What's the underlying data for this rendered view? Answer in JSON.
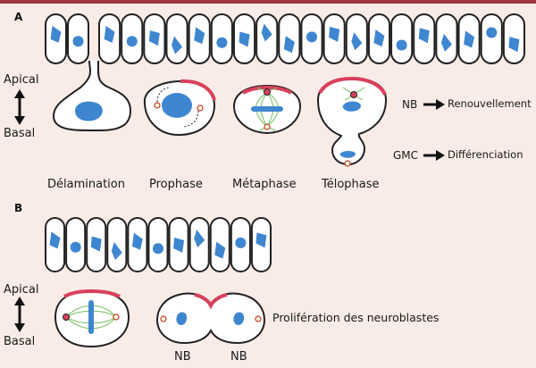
{
  "panel_a": {
    "letter": "A",
    "apical": "Apical",
    "basal": "Basal",
    "stages": [
      "Délamination",
      "Prophase",
      "Métaphase",
      "Télophase"
    ],
    "outcome_nb": {
      "cell": "NB",
      "fate": "Renouvellement"
    },
    "outcome_gmc": {
      "cell": "GMC",
      "fate": "Différenciation"
    }
  },
  "panel_b": {
    "letter": "B",
    "apical": "Apical",
    "basal": "Basal",
    "caption": "Prolifération des neuroblastes",
    "daughter_labels": [
      "NB",
      "NB"
    ]
  },
  "colors": {
    "background": "#f9ebe6",
    "nucleus": "#3f86d0",
    "apical_crescent": "#d9405b",
    "spindle": "#6fbe5a",
    "outline": "#222222",
    "top_border": "#a0353f"
  }
}
